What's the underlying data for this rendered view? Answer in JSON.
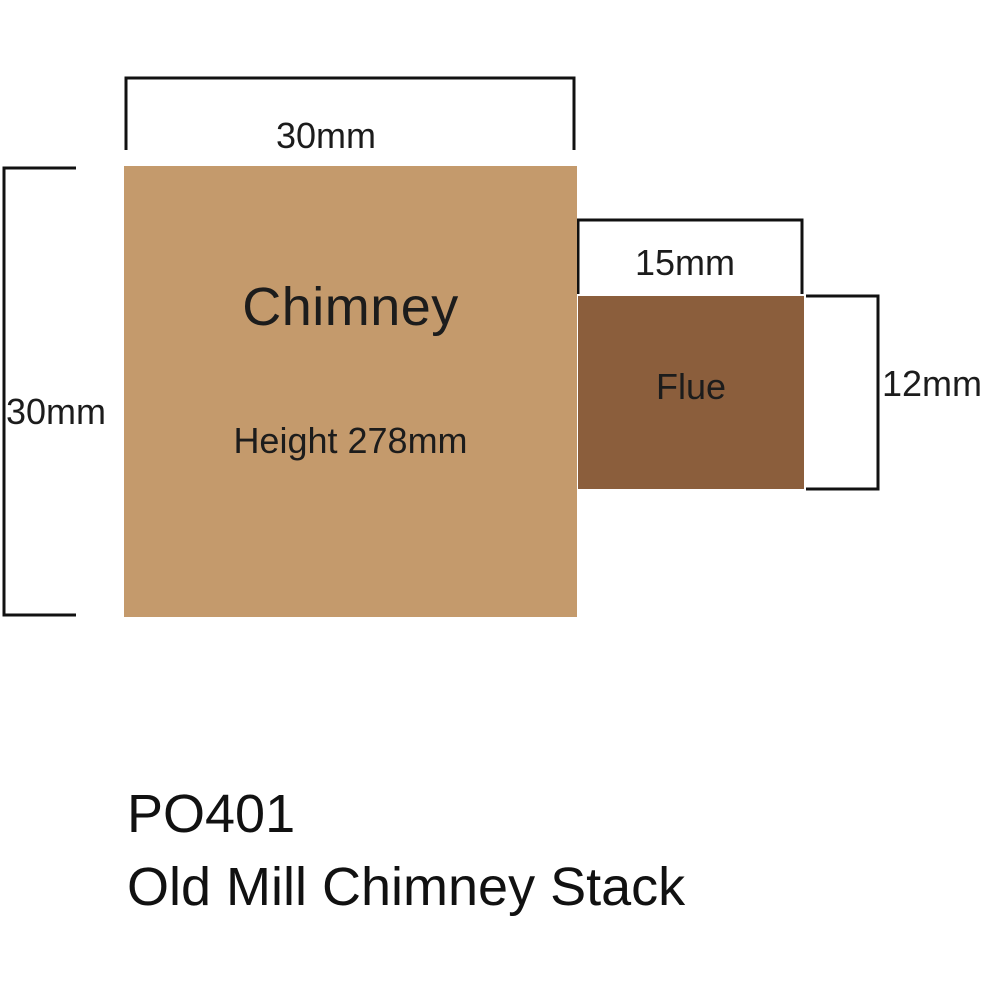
{
  "colors": {
    "chimney": "#c49a6c",
    "flue": "#8b5e3c",
    "line": "#111111"
  },
  "chimney": {
    "title": "Chimney",
    "height_label": "Height 278mm",
    "width_dimension": "30mm",
    "depth_dimension": "30mm"
  },
  "flue": {
    "title": "Flue",
    "width_dimension": "15mm",
    "height_dimension": "12mm"
  },
  "caption": {
    "code": "PO401",
    "name": "Old Mill Chimney Stack"
  }
}
